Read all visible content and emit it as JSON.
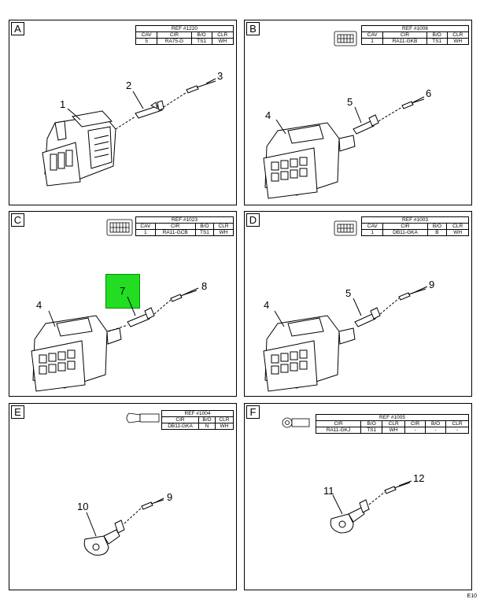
{
  "panels": {
    "A": {
      "label": "A",
      "ref": {
        "title": "REF #1220",
        "headers": [
          "CAV",
          "CIR",
          "B/O",
          "CLR"
        ],
        "row": [
          "5",
          "RA75-G",
          "TS1",
          "WH"
        ]
      },
      "callouts": [
        "1",
        "2",
        "3"
      ]
    },
    "B": {
      "label": "B",
      "ref": {
        "title": "REF #1006",
        "headers": [
          "CAV",
          "CIR",
          "B/O",
          "CLR"
        ],
        "row": [
          "1",
          "RA11-GKB",
          "TS1",
          "WH"
        ]
      },
      "callouts": [
        "4",
        "5",
        "6"
      ]
    },
    "C": {
      "label": "C",
      "ref": {
        "title": "REF #1023",
        "headers": [
          "CAV",
          "CIR",
          "B/O",
          "CLR"
        ],
        "row": [
          "1",
          "RA11-GCB",
          "TS1",
          "WH"
        ]
      },
      "callouts": [
        "4",
        "7",
        "8"
      ]
    },
    "D": {
      "label": "D",
      "ref": {
        "title": "REF #1003",
        "headers": [
          "CAV",
          "CIR",
          "B/O",
          "CLR"
        ],
        "row": [
          "1",
          "DB11-GKA",
          "B",
          "WH"
        ]
      },
      "callouts": [
        "4",
        "5",
        "9"
      ]
    },
    "E": {
      "label": "E",
      "ref": {
        "title": "REF #1004",
        "headers": [
          "CIR",
          "B/O",
          "CLR"
        ],
        "row": [
          "DB11-GKA",
          "N",
          "WH"
        ]
      },
      "callouts": [
        "10",
        "9"
      ]
    },
    "F": {
      "label": "F",
      "ref": {
        "title": "REF #1005",
        "headers": [
          "CIR",
          "B/O",
          "CLR",
          "CIR",
          "B/O",
          "CLR"
        ],
        "row": [
          "RA11-GKJ",
          "TS1",
          "WH",
          "-",
          "-",
          "-"
        ]
      },
      "callouts": [
        "11",
        "12"
      ]
    }
  },
  "footer": "E10",
  "colors": {
    "highlight": "#22dd22",
    "line": "#000000"
  }
}
